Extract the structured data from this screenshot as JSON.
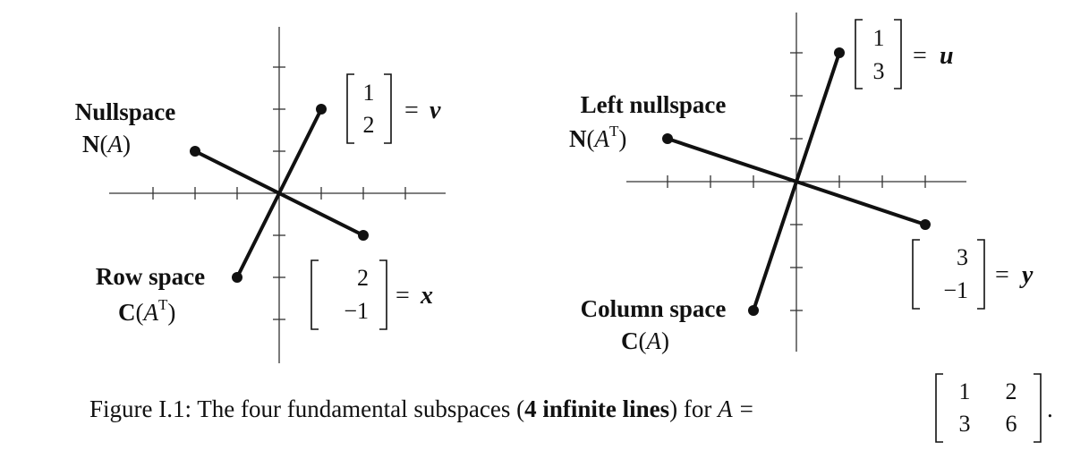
{
  "left_panel": {
    "nullspace": {
      "name": "Nullspace",
      "symbol_letter": "N",
      "symbol_open": "(",
      "symbol_var": "A",
      "symbol_close": ")",
      "vector": {
        "top": "2",
        "bottom": "−1"
      },
      "vector_var": "x",
      "endpoints": [
        [
          -2,
          1
        ],
        [
          2,
          -1
        ]
      ]
    },
    "row_space": {
      "name": "Row space",
      "symbol_letter": "C",
      "symbol_open": "(",
      "symbol_var": "A",
      "symbol_sup": "T",
      "symbol_close": ")",
      "vector": {
        "top": "1",
        "bottom": "2"
      },
      "vector_var": "v",
      "endpoints": [
        [
          -1,
          -2
        ],
        [
          1,
          2
        ]
      ]
    },
    "equals": "="
  },
  "right_panel": {
    "left_nullspace": {
      "name": "Left nullspace",
      "symbol_letter": "N",
      "symbol_open": "(",
      "symbol_var": "A",
      "symbol_sup": "T",
      "symbol_close": ")",
      "vector": {
        "top": "3",
        "bottom": "−1"
      },
      "vector_var": "y",
      "endpoints": [
        [
          -3,
          1
        ],
        [
          3,
          -1
        ]
      ]
    },
    "column_space": {
      "name": "Column space",
      "symbol_letter": "C",
      "symbol_open": "(",
      "symbol_var": "A",
      "symbol_close": ")",
      "vector": {
        "top": "1",
        "bottom": "3"
      },
      "vector_var": "u",
      "endpoints": [
        [
          -1,
          -3
        ],
        [
          1,
          3
        ]
      ]
    },
    "equals": "="
  },
  "caption": {
    "prefix": "Figure I.1: The four fundamental subspaces (",
    "bold": "4 infinite lines",
    "suffix": ") for ",
    "var": "A",
    "equals": "=",
    "matrix": {
      "r1c1": "1",
      "r1c2": "2",
      "r2c1": "3",
      "r2c2": "6"
    },
    "end": "."
  }
}
